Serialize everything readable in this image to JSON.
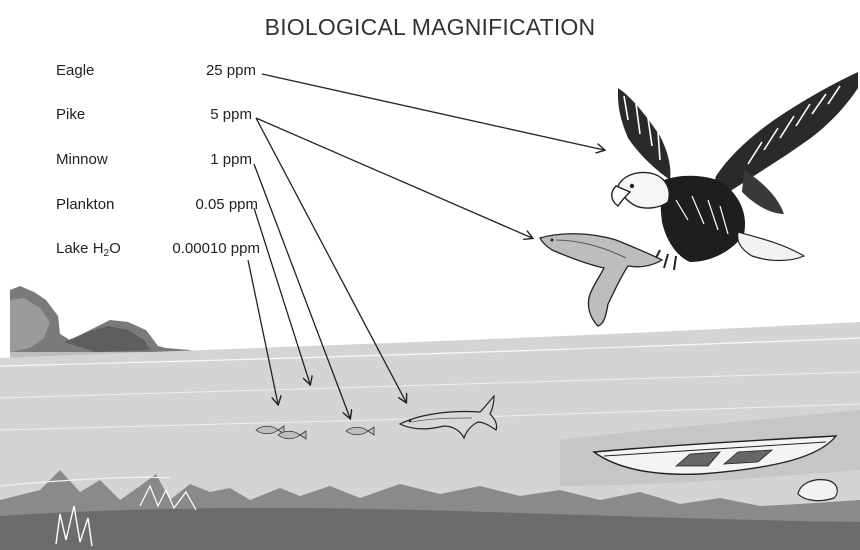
{
  "title": "BIOLOGICAL MAGNIFICATION",
  "levels": [
    {
      "organism": "Eagle",
      "concentration": "25 ppm"
    },
    {
      "organism": "Pike",
      "concentration": "5 ppm"
    },
    {
      "organism": "Minnow",
      "concentration": "1 ppm"
    },
    {
      "organism": "Plankton",
      "concentration": "0.05 ppm"
    },
    {
      "organism_base": "Lake H",
      "organism_sub": "2",
      "organism_tail": "O",
      "concentration": "0.00010 ppm"
    }
  ],
  "colors": {
    "water": "#d4d4d4",
    "sky": "#ffffff",
    "grass": "#8a8a8a",
    "shore": "#707070",
    "text": "#222222"
  }
}
